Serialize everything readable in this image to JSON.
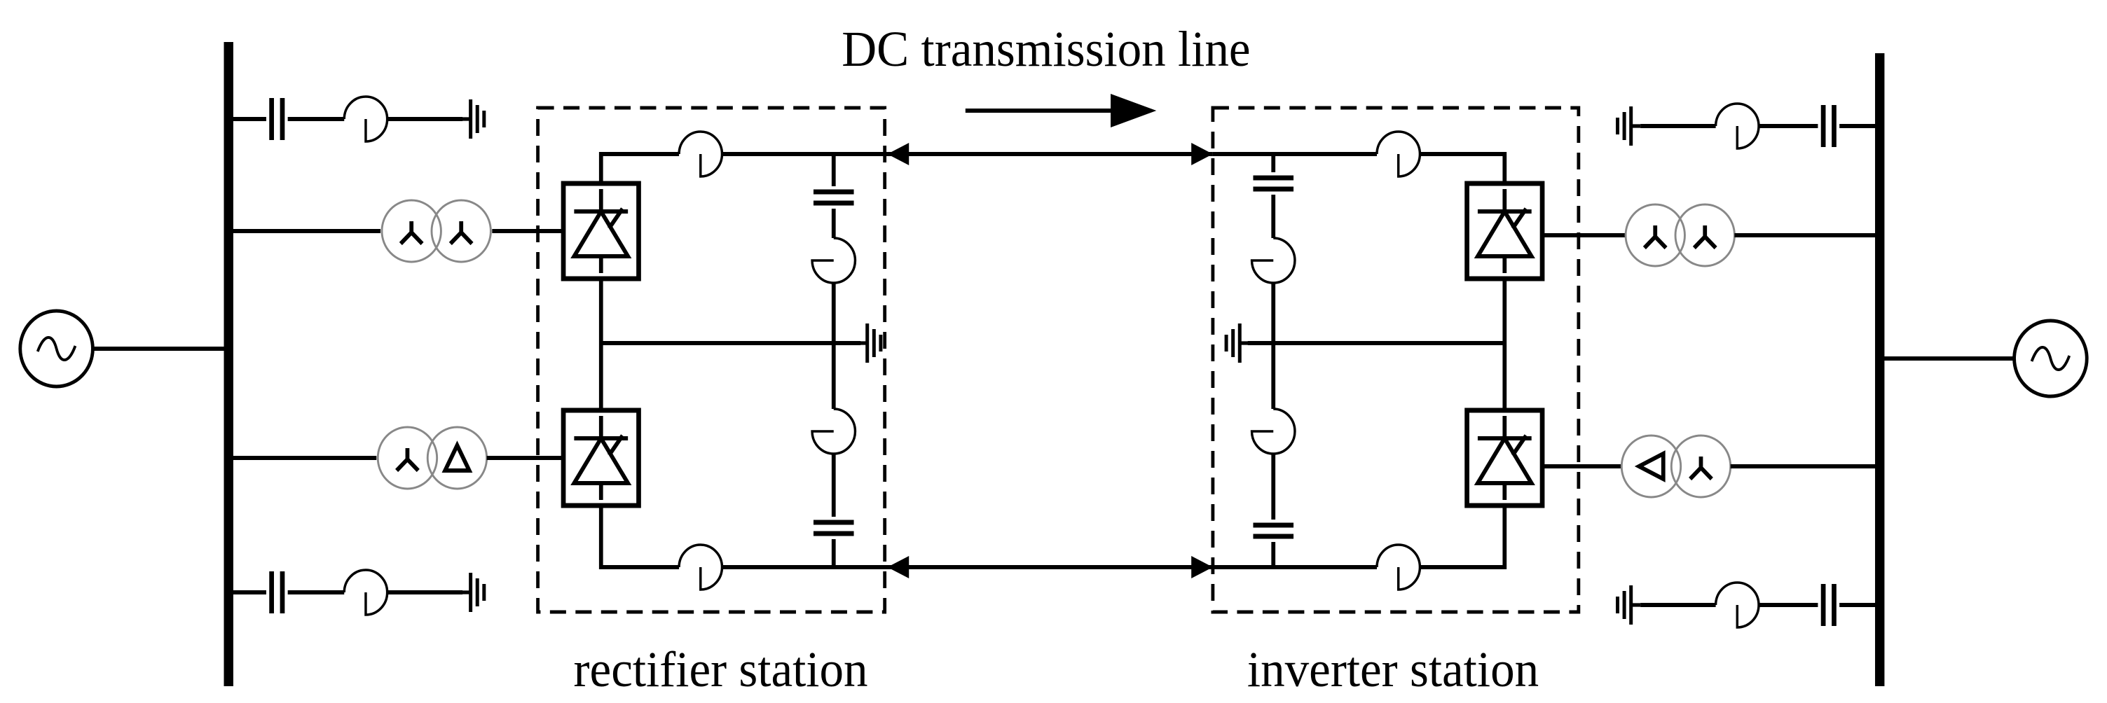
{
  "title": "DC transmission line",
  "labels": {
    "rectifier": "rectifier station",
    "inverter": "inverter station"
  },
  "icons": {
    "ac_source": "ac-source-icon",
    "capacitor": "capacitor-icon",
    "inductor": "inductor-icon",
    "ground": "ground-icon",
    "transformer_yy": "transformer-wye-wye-icon",
    "transformer_yd": "transformer-wye-delta-icon",
    "converter_valve": "thyristor-valve-icon"
  },
  "colors": {
    "stroke": "#000000",
    "transformer_circle": "#888888"
  }
}
